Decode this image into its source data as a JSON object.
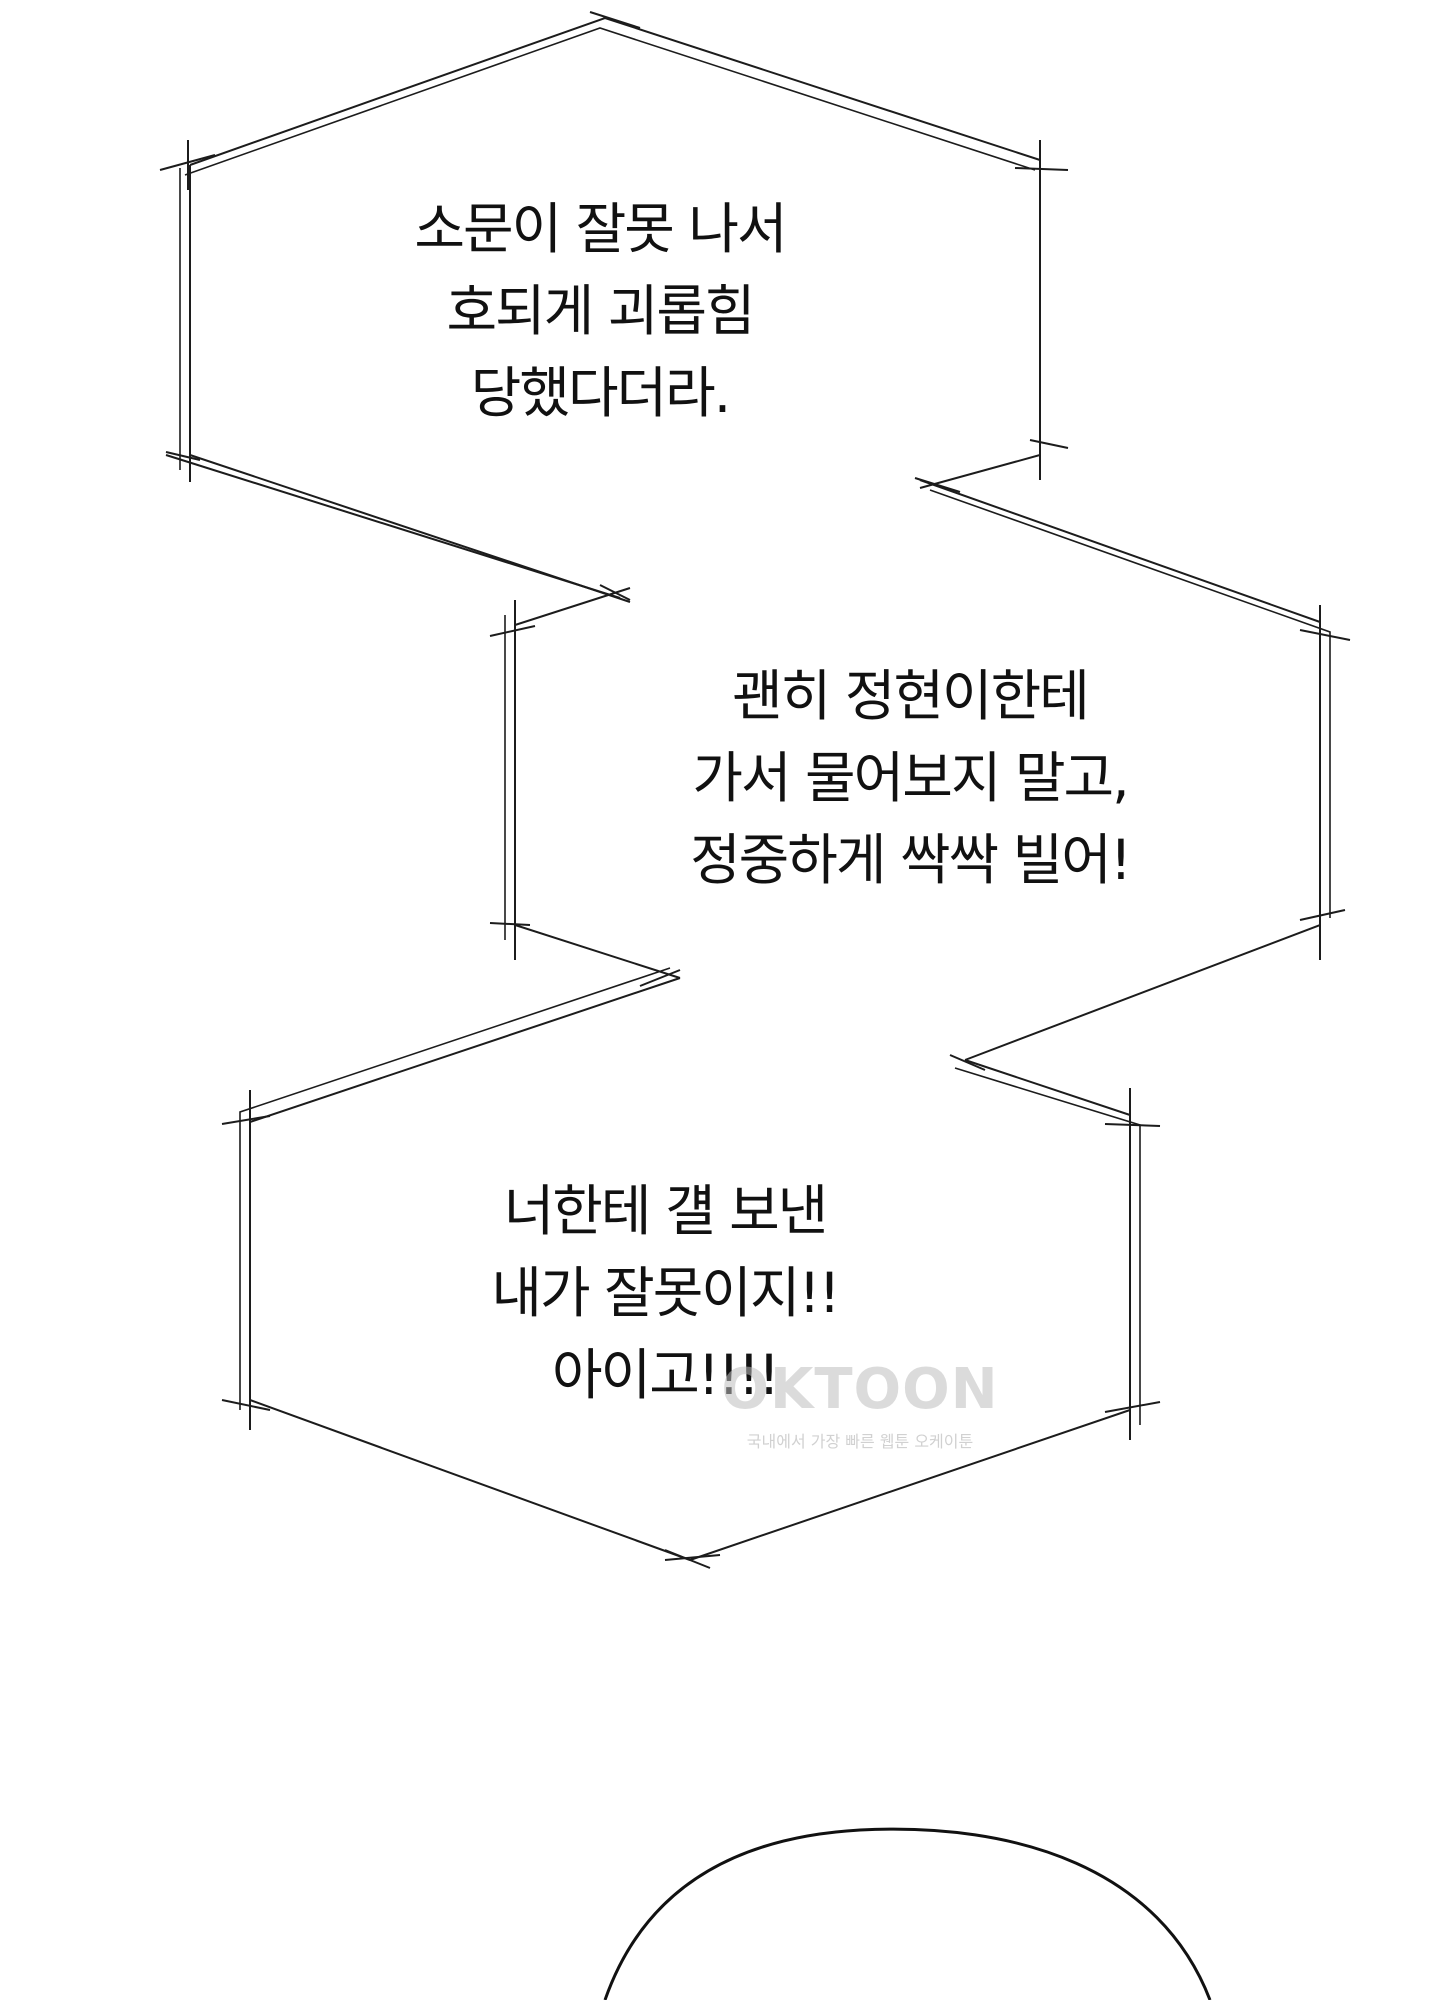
{
  "bubbles": [
    {
      "lines": [
        "소문이 잘못 나서",
        "호되게 괴롭힘",
        "당했다더라."
      ]
    },
    {
      "lines": [
        "괜히 정현이한테",
        "가서 물어보지 말고,",
        "정중하게 싹싹 빌어!"
      ]
    },
    {
      "lines": [
        "너한테 걜 보낸",
        "내가 잘못이지!!",
        "아이고!!!!"
      ]
    }
  ],
  "watermark": {
    "logo": "OKTOON",
    "tagline": "국내에서 가장 빠른 웹툰 오케이툰"
  },
  "colors": {
    "background": "#ffffff",
    "line": "#1c1c1c",
    "text": "#111111",
    "watermark": "#bebebe"
  }
}
